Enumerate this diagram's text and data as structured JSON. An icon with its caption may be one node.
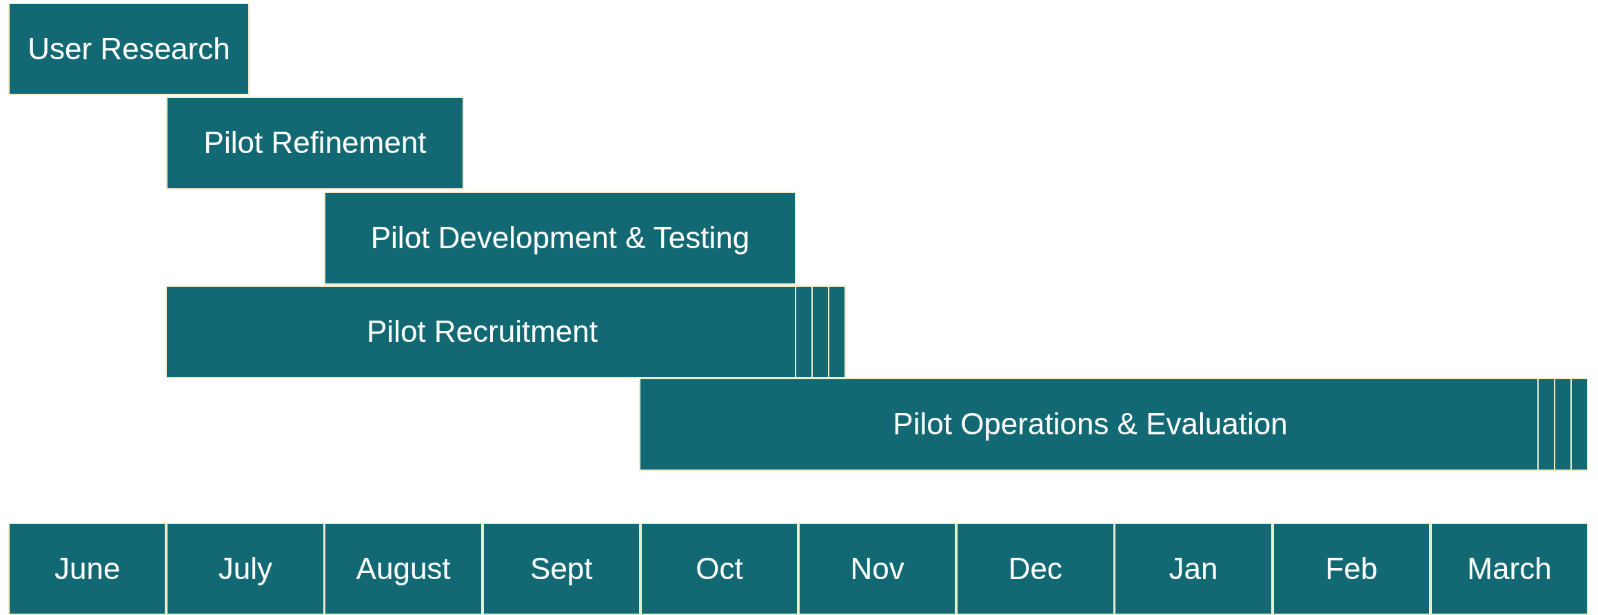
{
  "diagram": {
    "nodes": [
      {
        "text": [
          "User Research"
        ]
      },
      {
        "text": [
          "Pilot Refinement"
        ]
      },
      {
        "text": [
          "Pilot Development & Testing"
        ]
      },
      {
        "text": [
          "Pilot Recruitment"
        ]
      },
      {
        "text": [
          "Pilot Operations & Evaluation"
        ]
      },
      {
        "text": [
          "June"
        ]
      },
      {
        "text": [
          "July"
        ]
      },
      {
        "text": [
          "August"
        ]
      },
      {
        "text": [
          "Sept"
        ]
      },
      {
        "text": [
          "Oct"
        ]
      },
      {
        "text": [
          "Nov"
        ]
      },
      {
        "text": [
          "Dec"
        ]
      },
      {
        "text": [
          "Jan"
        ]
      },
      {
        "text": [
          "Feb"
        ]
      },
      {
        "text": [
          "March"
        ]
      }
    ],
    "edges": []
  }
}
